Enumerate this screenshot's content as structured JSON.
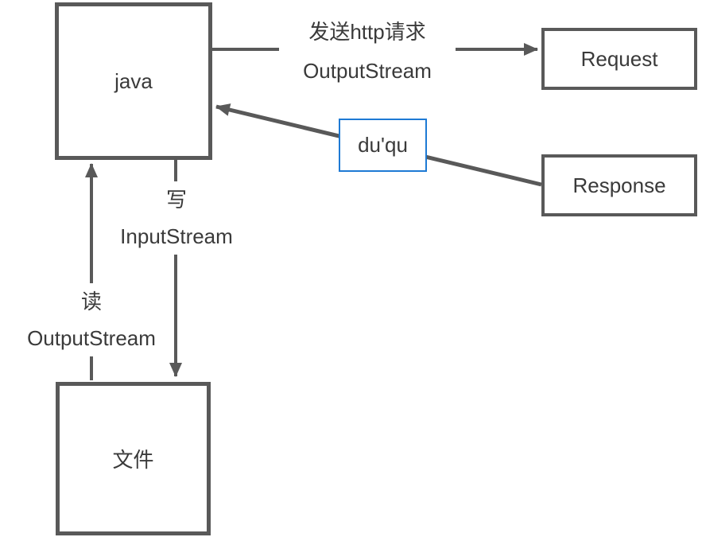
{
  "colors": {
    "line": "#595959",
    "text": "#3a3a3a",
    "highlight_border": "#1e7ad4",
    "background": "#ffffff"
  },
  "nodes": {
    "java": {
      "label": "java"
    },
    "request": {
      "label": "Request"
    },
    "response": {
      "label": "Response"
    },
    "file": {
      "label": "文件"
    },
    "duqu": {
      "label": "du'qu"
    }
  },
  "edges": {
    "java_to_request": {
      "line1": "发送http请求",
      "line2": "OutputStream"
    },
    "java_to_file": {
      "line1": "写",
      "line2": "InputStream"
    },
    "file_to_java": {
      "line1": "读",
      "line2": "OutputStream"
    },
    "response_to_java": {
      "label": "du'qu"
    }
  }
}
